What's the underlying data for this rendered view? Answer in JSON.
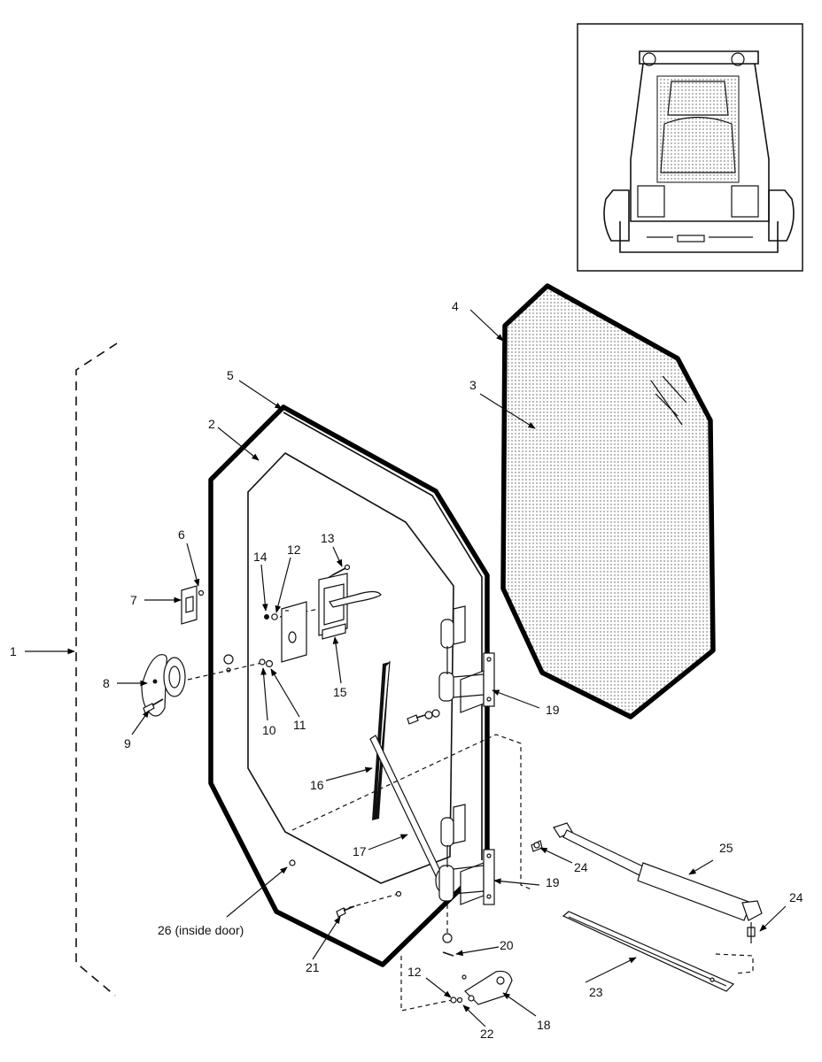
{
  "callouts": {
    "c1": "1",
    "c2": "2",
    "c3": "3",
    "c4": "4",
    "c5": "5",
    "c6": "6",
    "c7": "7",
    "c8": "8",
    "c9": "9",
    "c10": "10",
    "c11": "11",
    "c12a": "12",
    "c12b": "12",
    "c13": "13",
    "c14": "14",
    "c15": "15",
    "c16": "16",
    "c17": "17",
    "c18": "18",
    "c19a": "19",
    "c19b": "19",
    "c20": "20",
    "c21": "21",
    "c22": "22",
    "c23": "23",
    "c24a": "24",
    "c24b": "24",
    "c25": "25",
    "c26": "26 (inside door)"
  }
}
